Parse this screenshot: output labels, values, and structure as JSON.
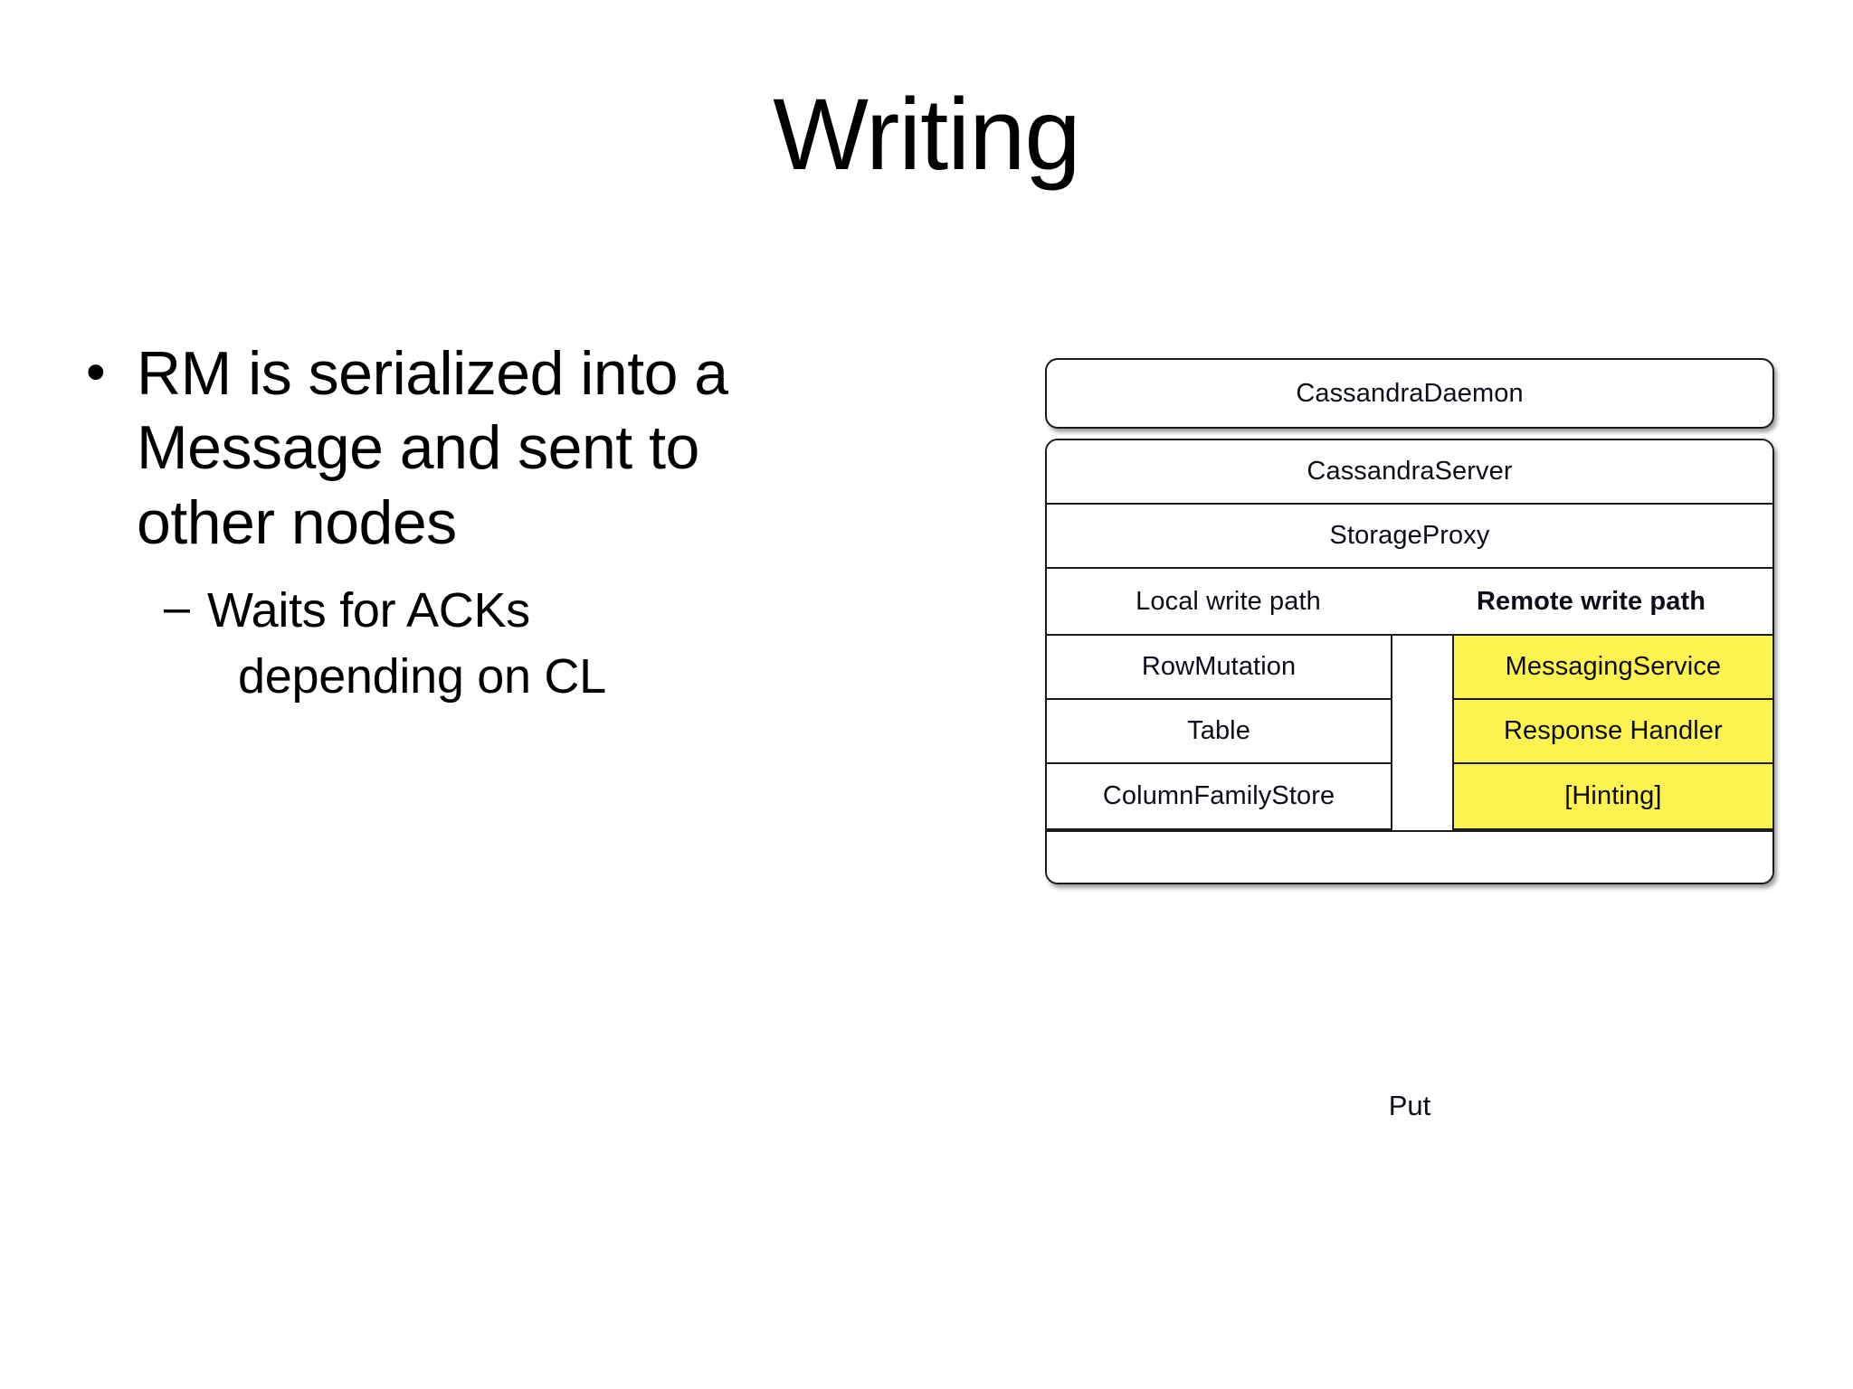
{
  "slide": {
    "title": "Writing"
  },
  "bullets": [
    {
      "marker": "•",
      "text": "RM is serialized into a Message and sent to other nodes",
      "subbullets": [
        {
          "marker": "–",
          "line1": "Waits for ACKs",
          "line2": "depending on CL"
        }
      ]
    }
  ],
  "diagram": {
    "caption": "Put",
    "daemon": "CassandraDaemon",
    "server": "CassandraServer",
    "storage_proxy": "StorageProxy",
    "paths": {
      "local": "Local write path",
      "remote": "Remote write path"
    },
    "local_stack": [
      "RowMutation",
      "Table",
      "ColumnFamilyStore"
    ],
    "remote_stack": [
      "MessagingService",
      "Response Handler",
      "[Hinting]"
    ],
    "colors": {
      "highlight": "#FCF250",
      "border": "#1b1b1b",
      "background": "#ffffff"
    }
  }
}
